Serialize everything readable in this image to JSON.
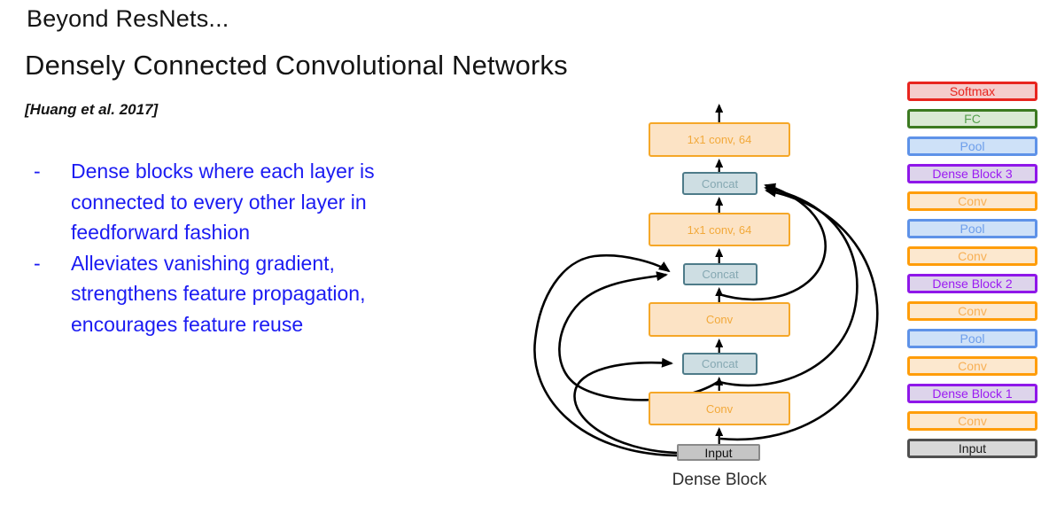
{
  "slide": {
    "title": "Beyond ResNets...",
    "subtitle": "Densely Connected Convolutional Networks",
    "citation": "[Huang et al. 2017]",
    "bullet_marker": "-",
    "bullet_color": "#1b1bf2",
    "bullets": [
      {
        "lines": [
          "Dense blocks where each layer is",
          "connected to every other layer in",
          "feedforward fashion"
        ]
      },
      {
        "lines": [
          "Alleviates vanishing gradient,",
          "strengthens feature propagation,",
          "encourages feature reuse"
        ]
      }
    ]
  },
  "dense_block_diagram": {
    "caption": "Dense Block",
    "boxes": {
      "conv1x1_top": "1x1 conv, 64",
      "concat3": "Concat",
      "conv1x1_mid": "1x1 conv, 64",
      "concat2": "Concat",
      "conv_upper": "Conv",
      "concat1": "Concat",
      "conv_lower": "Conv",
      "input": "Input"
    },
    "flow_bottom_to_top": [
      "Input",
      "Conv",
      "Concat",
      "Conv",
      "Concat",
      "1x1 conv, 64",
      "Concat",
      "1x1 conv, 64"
    ],
    "skip_connections": [
      {
        "from": "Input",
        "to": "Concat (1st)"
      },
      {
        "from": "Input",
        "to": "Concat (2nd)"
      },
      {
        "from": "Input",
        "to": "Concat (3rd)"
      },
      {
        "from": "Conv (1st) output",
        "to": "Concat (2nd)"
      },
      {
        "from": "Conv (1st) output",
        "to": "Concat (3rd)"
      },
      {
        "from": "Conv (2nd) output",
        "to": "Concat (3rd)"
      }
    ],
    "colors": {
      "conv_border": "#f5a728",
      "conv_fill": "#fce3c5",
      "conv_text": "#f2a93b",
      "concat_border": "#4e7b89",
      "concat_fill": "#cedee3",
      "concat_text": "#85a8b2",
      "input_border": "#8a8a8a",
      "input_fill": "#c5c5c5",
      "input_text": "#111111",
      "arrow": "#000000"
    }
  },
  "architecture_stack": {
    "items": [
      {
        "label": "Softmax",
        "border": "#e8251f",
        "fill": "#f5cdcc",
        "text": "#e8251f"
      },
      {
        "label": "FC",
        "border": "#3c7a21",
        "fill": "#daead5",
        "text": "#55a04c"
      },
      {
        "label": "Pool",
        "border": "#5e92e8",
        "fill": "#cee1f8",
        "text": "#6d9eeb"
      },
      {
        "label": "Dense Block 3",
        "border": "#8f17e9",
        "fill": "#ddd4eb",
        "text": "#9b1bf2"
      },
      {
        "label": "Conv",
        "border": "#ff9d0a",
        "fill": "#fce8cf",
        "text": "#f8b055"
      },
      {
        "label": "Pool",
        "border": "#5e92e8",
        "fill": "#cee1f8",
        "text": "#6d9eeb"
      },
      {
        "label": "Conv",
        "border": "#ff9d0a",
        "fill": "#fce8cf",
        "text": "#f8b055"
      },
      {
        "label": "Dense Block 2",
        "border": "#8f17e9",
        "fill": "#ddd4eb",
        "text": "#9b1bf2"
      },
      {
        "label": "Conv",
        "border": "#ff9d0a",
        "fill": "#fce8cf",
        "text": "#f8b055"
      },
      {
        "label": "Pool",
        "border": "#5e92e8",
        "fill": "#cee1f8",
        "text": "#6d9eeb"
      },
      {
        "label": "Conv",
        "border": "#ff9d0a",
        "fill": "#fce8cf",
        "text": "#f8b055"
      },
      {
        "label": "Dense Block 1",
        "border": "#8f17e9",
        "fill": "#ddd4eb",
        "text": "#9b1bf2"
      },
      {
        "label": "Conv",
        "border": "#ff9d0a",
        "fill": "#fce8cf",
        "text": "#f8b055"
      },
      {
        "label": "Input",
        "border": "#4f4f4f",
        "fill": "#d8d8d8",
        "text": "#1a1a1a"
      }
    ]
  }
}
